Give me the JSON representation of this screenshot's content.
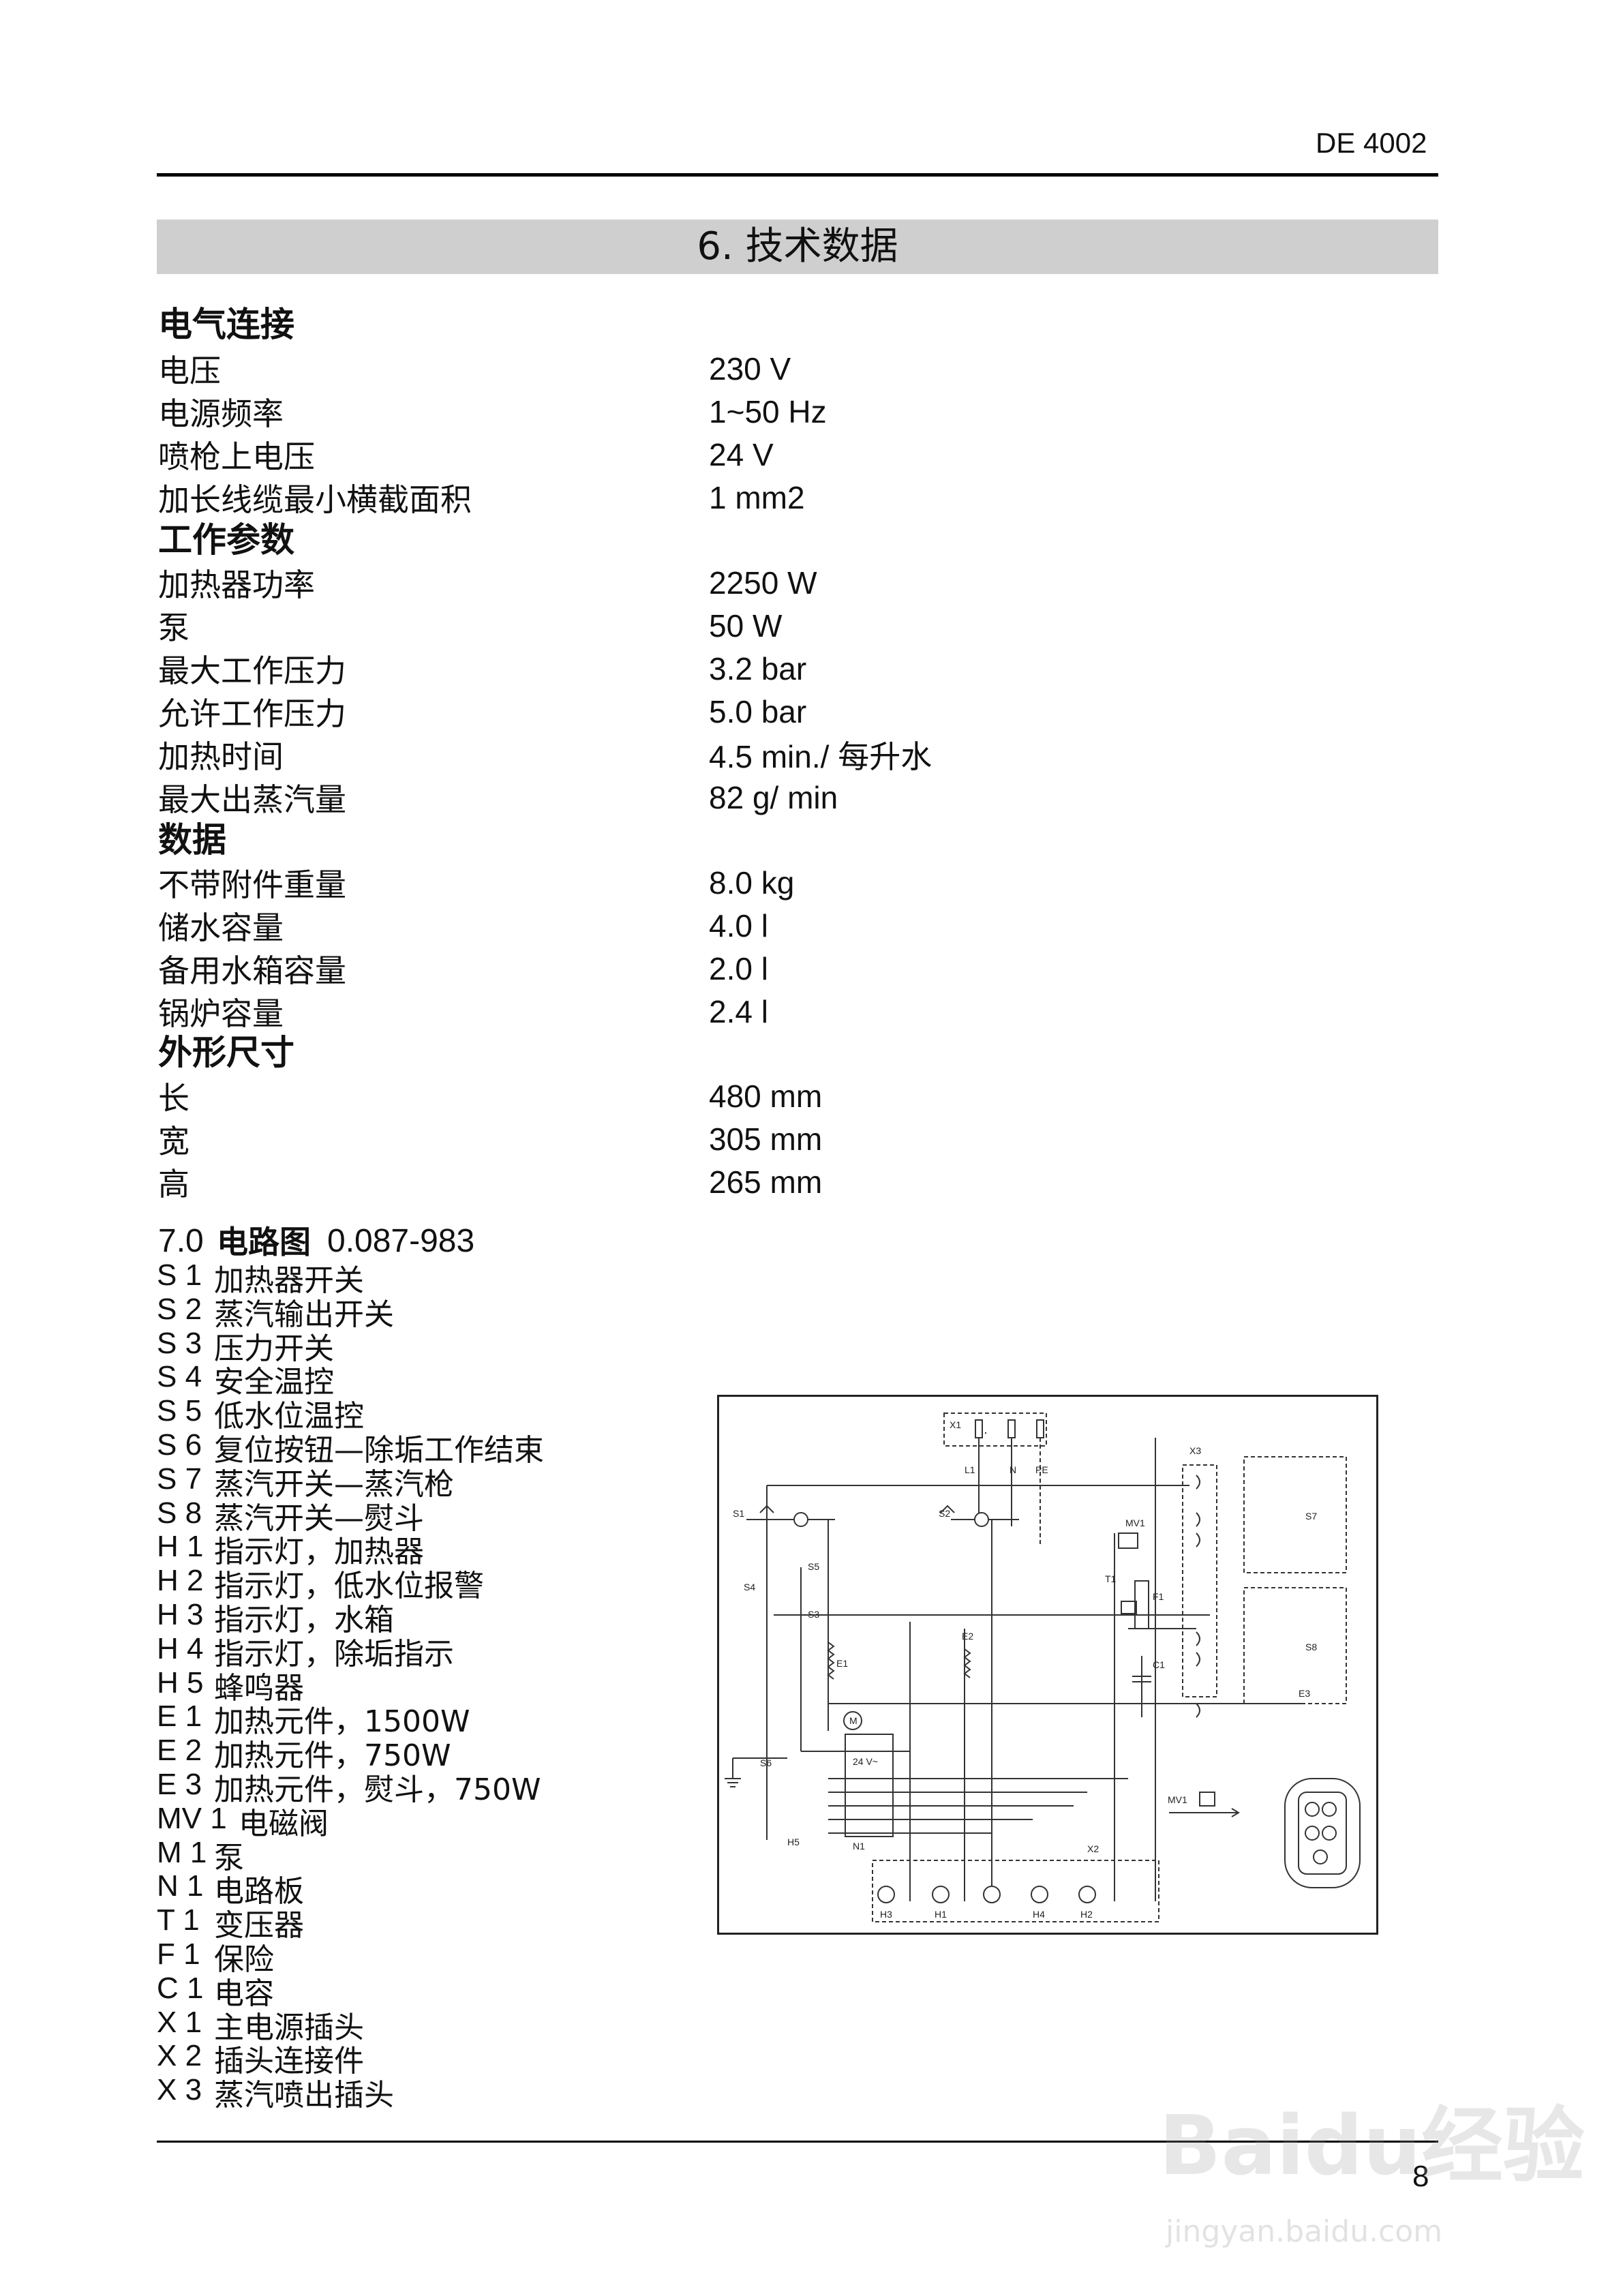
{
  "header": {
    "doc_code": "DE 4002"
  },
  "title": "6. 技术数据",
  "sections": [
    {
      "heading": "电气连接",
      "rows": [
        {
          "label": "电压",
          "value": "230 V"
        },
        {
          "label": "电源频率",
          "value": "1~50 Hz"
        },
        {
          "label": "喷枪上电压",
          "value": "24 V"
        },
        {
          "label": "加长线缆最小横截面积",
          "value": "1 mm2"
        }
      ]
    },
    {
      "heading": "工作参数",
      "rows": [
        {
          "label": "加热器功率",
          "value": "2250 W"
        },
        {
          "label": "泵",
          "value": "50 W"
        },
        {
          "label": "最大工作压力",
          "value": "3.2 bar"
        },
        {
          "label": "允许工作压力",
          "value": "5.0 bar"
        },
        {
          "label": "加热时间",
          "value": "4.5 min./ 每升水"
        },
        {
          "label": "最大出蒸汽量",
          "value": "82 g/ min"
        }
      ]
    },
    {
      "heading": "数据",
      "rows": [
        {
          "label": "不带附件重量",
          "value": "8.0 kg"
        },
        {
          "label": "储水容量",
          "value": "4.0 l"
        },
        {
          "label": "备用水箱容量",
          "value": "2.0 l"
        },
        {
          "label": "锅炉容量",
          "value": "2.4 l"
        }
      ]
    },
    {
      "heading": "外形尺寸",
      "rows": [
        {
          "label": "长",
          "value": "480 mm"
        },
        {
          "label": "宽",
          "value": "305 mm"
        },
        {
          "label": "高",
          "value": "265 mm"
        }
      ]
    }
  ],
  "circuit": {
    "number": "7.0",
    "title": "电路图",
    "code": "0.087-983",
    "legend": [
      {
        "code": "S 1",
        "desc": "加热器开关"
      },
      {
        "code": "S 2",
        "desc": "蒸汽输出开关"
      },
      {
        "code": "S 3",
        "desc": "压力开关"
      },
      {
        "code": "S 4",
        "desc": "安全温控"
      },
      {
        "code": "S 5",
        "desc": "低水位温控"
      },
      {
        "code": "S 6",
        "desc": "复位按钮—除垢工作结束"
      },
      {
        "code": "S 7",
        "desc": "蒸汽开关—蒸汽枪"
      },
      {
        "code": "S 8",
        "desc": "蒸汽开关—熨斗"
      },
      {
        "code": "H 1",
        "desc": "指示灯，加热器"
      },
      {
        "code": "H 2",
        "desc": "指示灯，低水位报警"
      },
      {
        "code": "H 3",
        "desc": "指示灯，水箱"
      },
      {
        "code": "H 4",
        "desc": "指示灯，除垢指示"
      },
      {
        "code": "H 5",
        "desc": "蜂鸣器"
      },
      {
        "code": "E 1",
        "desc": "加热元件，1500W"
      },
      {
        "code": "E 2",
        "desc": "加热元件，750W"
      },
      {
        "code": "E 3",
        "desc": "加热元件，熨斗，750W"
      },
      {
        "code": "MV 1",
        "desc": "电磁阀"
      },
      {
        "code": "M 1",
        "desc": "泵"
      },
      {
        "code": "N 1",
        "desc": "电路板"
      },
      {
        "code": "T 1",
        "desc": "变压器"
      },
      {
        "code": "F 1",
        "desc": "保险"
      },
      {
        "code": "C 1",
        "desc": "电容"
      },
      {
        "code": "X 1",
        "desc": "主电源插头"
      },
      {
        "code": "X 2",
        "desc": "插头连接件"
      },
      {
        "code": "X 3",
        "desc": "蒸汽喷出插头"
      }
    ]
  },
  "diagram_labels": {
    "x1": "X1",
    "l1": "L1",
    "n": "N",
    "pe": "PE",
    "x3": "X3",
    "x2": "X2",
    "s1": "S1",
    "s2": "S2",
    "s3": "S3",
    "s4": "S4",
    "s5": "S5",
    "s6": "S6",
    "s7": "S7",
    "s8": "S8",
    "e1": "E1",
    "e2": "E2",
    "e3": "E3",
    "mv1": "MV1",
    "t1": "T1",
    "f1": "F1",
    "c1": "C1",
    "m": "M",
    "n1": "N1",
    "h1": "H1",
    "h2": "H2",
    "h3": "H3",
    "h4": "H4",
    "h5": "H5",
    "v24": "24 V~"
  },
  "footer": {
    "page": "8"
  },
  "watermark": {
    "logo": "Baidu经验",
    "url": "jingyan.baidu.com"
  }
}
